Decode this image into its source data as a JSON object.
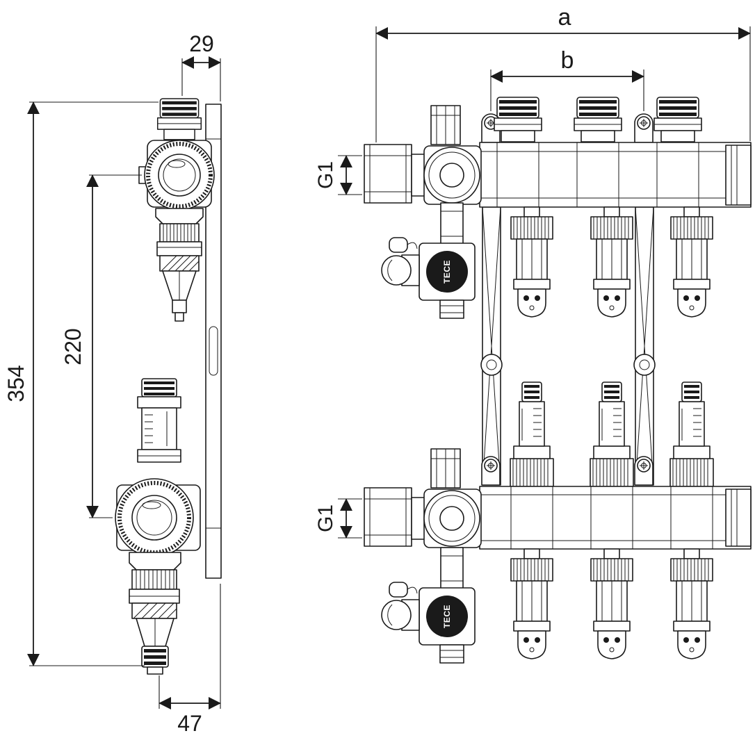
{
  "side_view": {
    "dim_top_width": "29",
    "dim_overall_height": "354",
    "dim_center_distance": "220",
    "dim_bottom_width": "47"
  },
  "front_view": {
    "dim_overall_width": "a",
    "dim_loop_spacing": "b",
    "supply_thread": "G1",
    "return_thread": "G1",
    "drain_valve_brand_top": "TECE",
    "drain_valve_brand_bottom": "TECE"
  },
  "colors": {
    "line": "#1a1a1a",
    "fill_dark": "#111111",
    "background": "#ffffff"
  }
}
